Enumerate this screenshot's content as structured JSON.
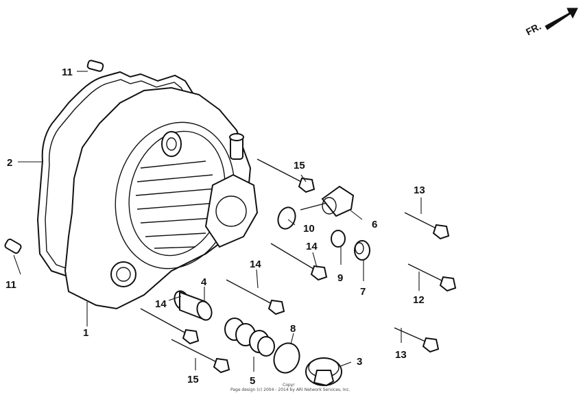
{
  "diagram": {
    "direction_label": "FR.",
    "copyright_line1": "Copyr",
    "copyright_line2": "Page design (c) 2004 - 2014 by ARI Network Services, Inc.",
    "callouts": [
      {
        "id": "c11a",
        "text": "11"
      },
      {
        "id": "c2",
        "text": "2"
      },
      {
        "id": "c11b",
        "text": "11"
      },
      {
        "id": "c1",
        "text": "1"
      },
      {
        "id": "c15a",
        "text": "15"
      },
      {
        "id": "c15b",
        "text": "15"
      },
      {
        "id": "c14a",
        "text": "14"
      },
      {
        "id": "c14b",
        "text": "14"
      },
      {
        "id": "c14c",
        "text": "14"
      },
      {
        "id": "c4",
        "text": "4"
      },
      {
        "id": "c10",
        "text": "10"
      },
      {
        "id": "c6",
        "text": "6"
      },
      {
        "id": "c9",
        "text": "9"
      },
      {
        "id": "c7",
        "text": "7"
      },
      {
        "id": "c13a",
        "text": "13"
      },
      {
        "id": "c12",
        "text": "12"
      },
      {
        "id": "c13b",
        "text": "13"
      },
      {
        "id": "c8",
        "text": "8"
      },
      {
        "id": "c5",
        "text": "5"
      },
      {
        "id": "c3",
        "text": "3"
      }
    ]
  }
}
